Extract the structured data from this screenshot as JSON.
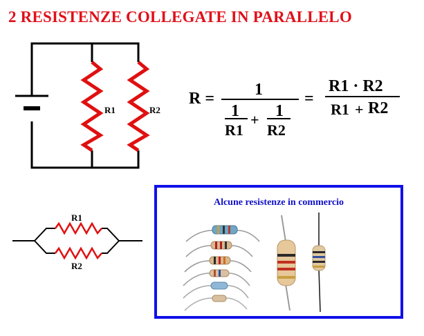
{
  "title": "2 RESISTENZE COLLEGATE IN PARALLELO",
  "circuit": {
    "r1_label": "R1",
    "r2_label": "R2"
  },
  "formula": {
    "lhs": "R =",
    "numerator": "1",
    "frac1_num": "1",
    "frac1_den": "R1",
    "plus": "+",
    "frac2_num": "1",
    "frac2_den": "R2",
    "equals": "=",
    "product_num": "R1 · R2",
    "sum_r1": "R1",
    "sum_plus": "+",
    "sum_r2": "R2"
  },
  "schematic": {
    "r1_label": "R1",
    "r2_label": "R2"
  },
  "photo_panel": {
    "title": "Alcune resistenze in commercio"
  },
  "colors": {
    "title": "#e0101a",
    "resistor_red": "#e01010",
    "panel_border": "#1010e8",
    "panel_title": "#1010c8"
  }
}
